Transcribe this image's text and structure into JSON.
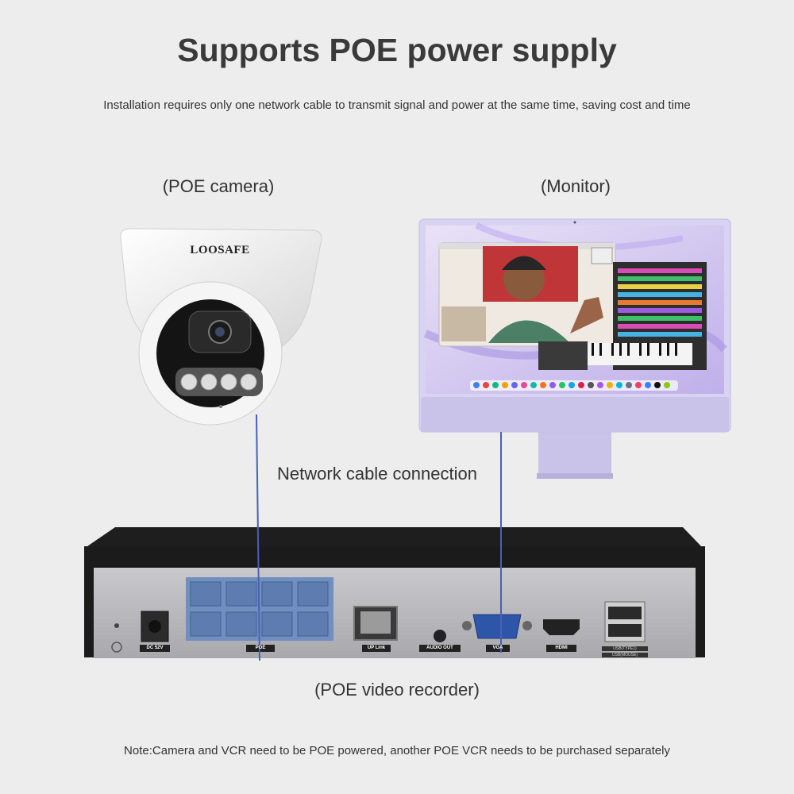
{
  "heading": "Supports POE power supply",
  "subheading": "Installation requires only one network cable to transmit signal and power at the same time, saving cost and time",
  "labels": {
    "camera": "(POE camera)",
    "monitor": "(Monitor)",
    "cable": "Network cable connection",
    "recorder": "(POE video recorder)"
  },
  "camera_brand": "LOOSAFE",
  "recorder_ports": {
    "dc": "DC 52V",
    "poe": "POE",
    "uplink": "UP Link",
    "audio": "AUDIO OUT",
    "vga": "VGA",
    "hdmi": "HDMI",
    "usb1": "USB(TYPE1)",
    "usb2": "USB(MOUSE)"
  },
  "note": "Note:Camera and VCR need to be POE powered, another POE VCR needs to be purchased separately",
  "colors": {
    "cable": "#4a5fb8",
    "monitor_stand": "#c9c3ea",
    "recorder_top": "#1e1e1e",
    "recorder_panel": "#b9b9bd",
    "poe_ports": "#6f8fc0"
  },
  "icons": {
    "camera": "dome-camera-icon",
    "monitor": "desktop-monitor-icon",
    "recorder": "nvr-recorder-icon"
  }
}
